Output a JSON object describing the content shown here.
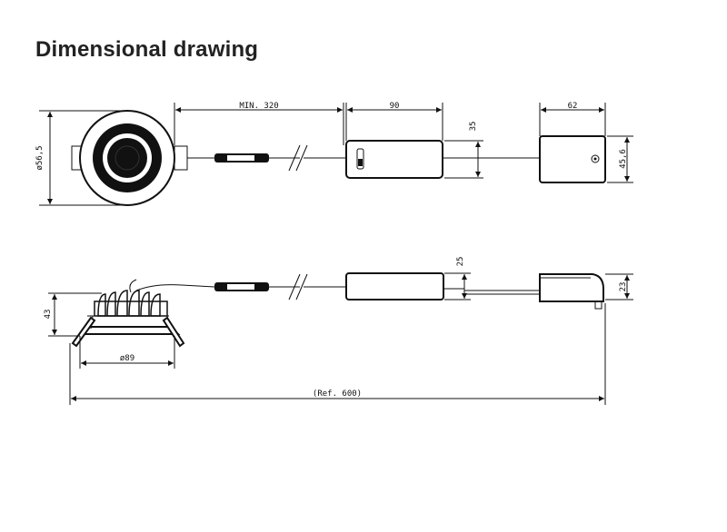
{
  "title": "Dimensional drawing",
  "dimensions": {
    "cable_min": "MIN. 320",
    "driver_length": "90",
    "driver_height_top": "35",
    "junction_length": "62",
    "junction_height_top": "45,6",
    "lamp_diameter_front": "ø56,5",
    "lamp_height": "43",
    "cutout_diameter": "ø89",
    "driver_height_side": "25",
    "junction_height_side": "23",
    "total_length": "(Ref. 600)"
  }
}
